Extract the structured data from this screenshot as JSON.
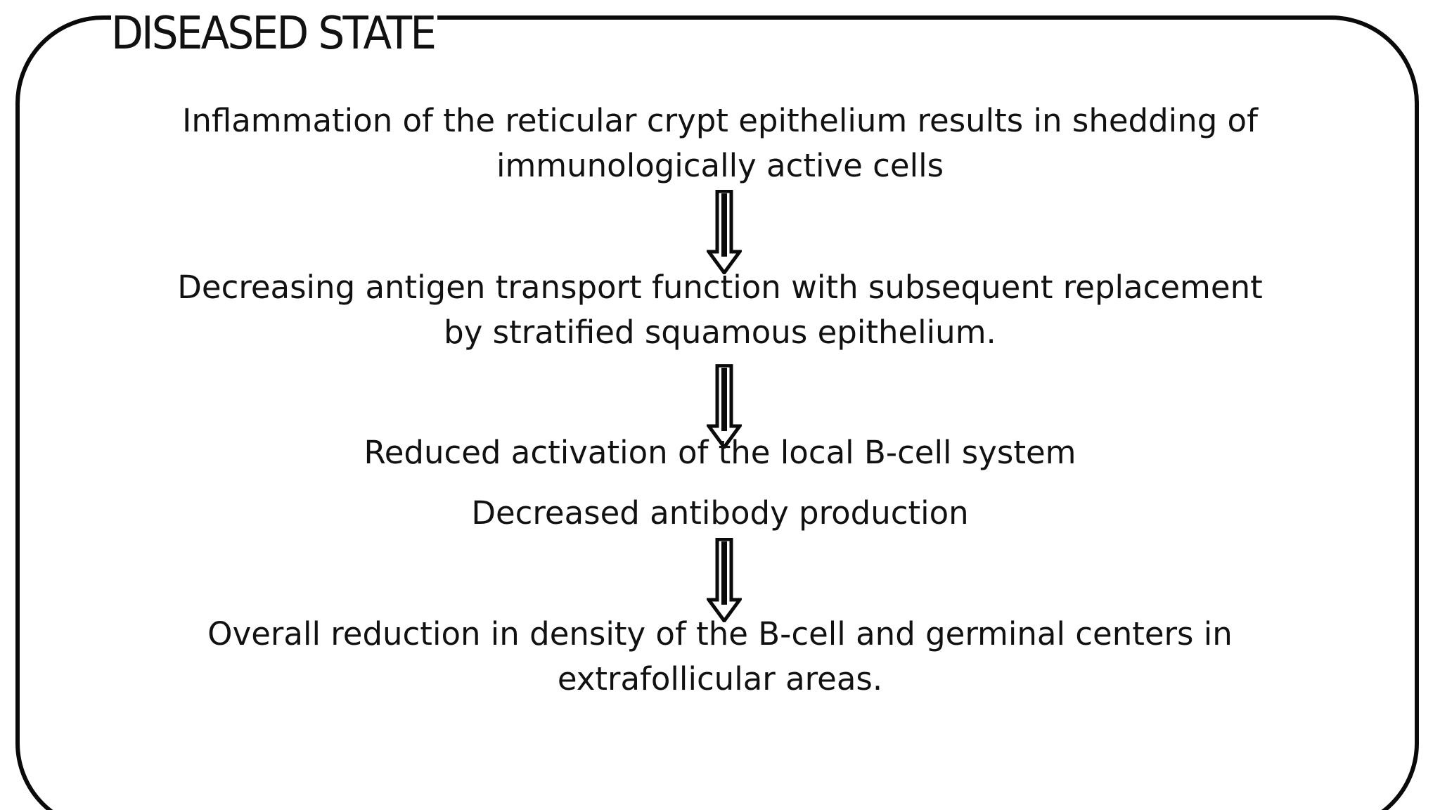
{
  "slide": {
    "title": "DISEASED STATE",
    "steps": [
      {
        "line1": "Inflammation of the reticular crypt epithelium results in shedding of",
        "line2": "immunologically active cells"
      },
      {
        "line1": "Decreasing antigen transport function  with subsequent replacement",
        "line2": "by stratified squamous epithelium."
      },
      {
        "line1": "Reduced activation of the local B-cell system",
        "line2": "Decreased antibody production"
      },
      {
        "line1": "Overall reduction in density of the  B-cell and germinal centers in",
        "line2": "extrafollicular areas."
      }
    ],
    "arrow_icon": "double-down-arrow-icon"
  }
}
